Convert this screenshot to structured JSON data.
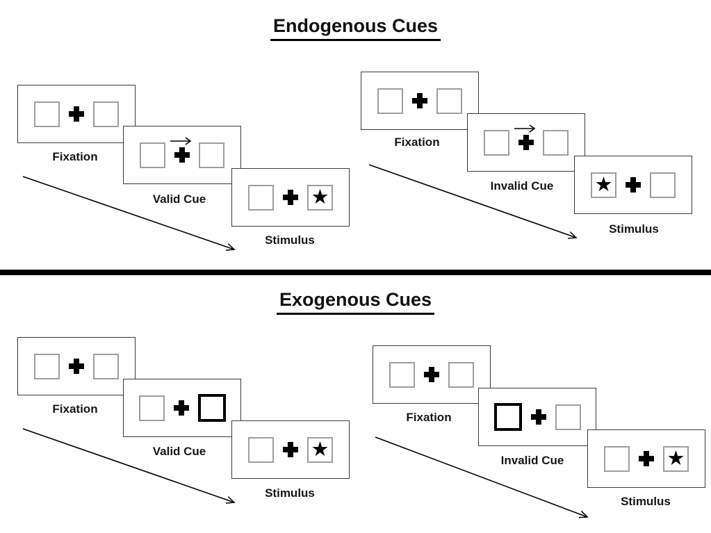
{
  "glyphs": {
    "star": "★"
  },
  "colors": {
    "panel_border": "#3a3a3a",
    "placeholder_box_border": "#9e9e9e",
    "cue_box_border": "#000000",
    "symbol": "#000000",
    "divider": "#000000",
    "background": "#ffffff"
  },
  "sections": [
    {
      "title": "Endogenous Cues",
      "sequences": [
        {
          "name": "valid",
          "frames": [
            {
              "label": "Fixation",
              "left": "empty",
              "center": "plus",
              "right": "empty"
            },
            {
              "label": "Valid Cue",
              "left": "empty",
              "center": "plus-with-right-arrow",
              "right": "empty"
            },
            {
              "label": "Stimulus",
              "left": "empty",
              "center": "plus",
              "right": "star"
            }
          ]
        },
        {
          "name": "invalid",
          "frames": [
            {
              "label": "Fixation",
              "left": "empty",
              "center": "plus",
              "right": "empty"
            },
            {
              "label": "Invalid Cue",
              "left": "empty",
              "center": "plus-with-right-arrow",
              "right": "empty"
            },
            {
              "label": "Stimulus",
              "left": "star",
              "center": "plus",
              "right": "empty"
            }
          ]
        }
      ]
    },
    {
      "title": "Exogenous Cues",
      "sequences": [
        {
          "name": "valid",
          "frames": [
            {
              "label": "Fixation",
              "left": "empty",
              "center": "plus",
              "right": "empty"
            },
            {
              "label": "Valid Cue",
              "left": "empty",
              "center": "plus",
              "right": "bold-box"
            },
            {
              "label": "Stimulus",
              "left": "empty",
              "center": "plus",
              "right": "star"
            }
          ]
        },
        {
          "name": "invalid",
          "frames": [
            {
              "label": "Fixation",
              "left": "empty",
              "center": "plus",
              "right": "empty"
            },
            {
              "label": "Invalid Cue",
              "left": "bold-box",
              "center": "plus",
              "right": "empty"
            },
            {
              "label": "Stimulus",
              "left": "empty",
              "center": "plus",
              "right": "star"
            }
          ]
        }
      ]
    }
  ]
}
